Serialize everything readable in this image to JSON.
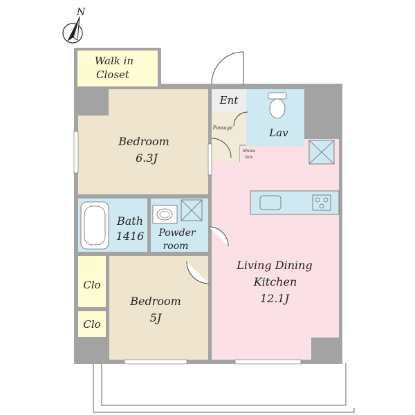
{
  "compass": {
    "label": "N"
  },
  "rooms": {
    "walk_in_closet": {
      "line1": "Walk in",
      "line2": "Closet"
    },
    "entrance": {
      "label": "Ent"
    },
    "passage": {
      "label": "Passage"
    },
    "lavatory": {
      "label": "Lav"
    },
    "shoes_box": {
      "line1": "Shoes",
      "line2": "box"
    },
    "bedroom_1": {
      "name": "Bedroom",
      "size": "6.3J"
    },
    "bath": {
      "name": "Bath",
      "size": "1416"
    },
    "powder_room": {
      "line1": "Powder",
      "line2": "room"
    },
    "ldk": {
      "line1": "Living Dining",
      "line2": "Kitchen",
      "size": "12.1J"
    },
    "closet_1": {
      "label": "Clo"
    },
    "closet_2": {
      "label": "Clo"
    },
    "bedroom_2": {
      "name": "Bedroom",
      "size": "5J"
    }
  },
  "colors": {
    "wall": "#a3a3a3",
    "bedroom": "#efe5cf",
    "wet_area": "#cfe9f2",
    "ldk": "#fbe1e6",
    "closet": "#fffbd2",
    "entrance": "#eeeeee",
    "passage": "#f2ead8"
  }
}
